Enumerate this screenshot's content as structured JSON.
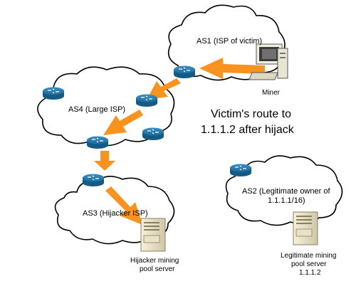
{
  "clouds": {
    "as1": "AS1 (ISP of victim)",
    "as4": "AS4 (Large ISP)",
    "as3": "AS3 (Hijacker ISP)",
    "as2": [
      "AS2 (Legitimate owner of",
      "1.1.1.1/16)"
    ]
  },
  "nodes": {
    "miner": "Miner",
    "hijacker_server": [
      "Hijacker mining",
      "pool server"
    ],
    "legit_server": [
      "Legitimate mining",
      "pool server",
      "1.1.1.2"
    ]
  },
  "caption": [
    "Victim's route to",
    "1.1.1.2 after hijack"
  ],
  "colors": {
    "arrow": "#f7931e",
    "router": "#1f6f9e",
    "cloud_stroke": "#000000"
  }
}
